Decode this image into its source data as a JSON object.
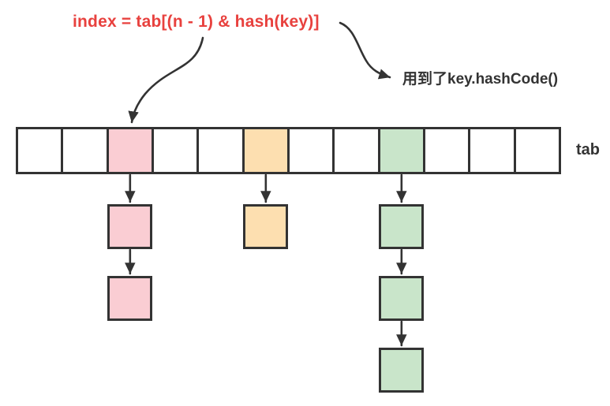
{
  "annotations": {
    "formula": "index = tab[(n - 1) & hash(key)]",
    "note": "用到了key.hashCode()"
  },
  "array": {
    "label": "tab",
    "cell_count": 12,
    "cells": [
      "empty",
      "empty",
      "pink",
      "empty",
      "empty",
      "orange",
      "empty",
      "empty",
      "green",
      "empty",
      "empty",
      "empty"
    ]
  },
  "chains": [
    {
      "cell_index": 2,
      "color": "pink",
      "node_count": 2
    },
    {
      "cell_index": 5,
      "color": "orange",
      "node_count": 1
    },
    {
      "cell_index": 8,
      "color": "green",
      "node_count": 3
    }
  ],
  "colors": {
    "pink": "#FACDD3",
    "orange": "#FDDFB0",
    "green": "#C9E5CA",
    "formula_red": "#E8413E",
    "text_dark": "#333333",
    "stroke": "#333333"
  }
}
